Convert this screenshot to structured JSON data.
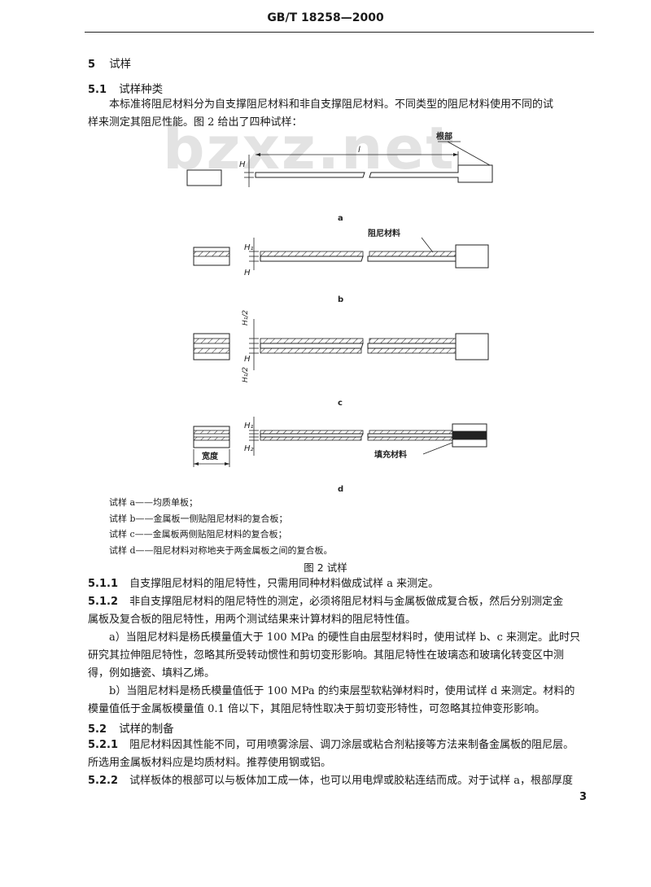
{
  "header": {
    "code": "GB/T 18258—2000"
  },
  "watermark": "bzxz.net",
  "section5": {
    "num": "5",
    "title": "试样"
  },
  "s51": {
    "num": "5.1",
    "title": "试样种类",
    "line1": "本标准将阻尼材料分为自支撑阻尼材料和非自支撑阻尼材料。不同类型的阻尼材料使用不同的试",
    "line2": "样来测定其阻尼性能。图 2 给出了四种试样："
  },
  "figure": {
    "label_root": "根部",
    "label_l": "l",
    "label_H": "H",
    "label_H1": "H₁",
    "label_H2": "H₂",
    "label_H1half": "H₁/2",
    "label_damping": "阻尼材料",
    "label_fill": "填充材料",
    "label_width": "宽度",
    "sub_a": "a",
    "sub_b": "b",
    "sub_c": "c",
    "sub_d": "d",
    "notes": [
      "试样 a——均质单板；",
      "试样 b——金属板一侧贴阻尼材料的复合板；",
      "试样 c——金属板两侧贴阻尼材料的复合板；",
      "试样 d——阻尼材料对称地夹于两金属板之间的复合板。"
    ],
    "caption": "图 2   试样"
  },
  "s511": {
    "num": "5.1.1",
    "text": "自支撑阻尼材料的阻尼特性，只需用同种材料做成试样 a 来测定。"
  },
  "s512": {
    "num": "5.1.2",
    "line1": "非自支撑阻尼材料的阻尼特性的测定，必须将阻尼材料与金属板做成复合板，然后分别测定金",
    "line2": "属板及复合板的阻尼特性，用两个测试结果来计算材料的阻尼特性值。",
    "a1": "a）当阻尼材料是杨氏模量值大于 100 MPa 的硬性自由层型材料时，使用试样 b、c 来测定。此时只",
    "a2": "研究其拉伸阻尼特性，忽略其所受转动惯性和剪切变形影响。其阻尼特性在玻璃态和玻璃化转变区中测",
    "a3": "得，例如搪瓷、填料乙烯。",
    "b1": "b）当阻尼材料是杨氏模量值低于 100 MPa 的约束层型软粘弹材料时，使用试样 d 来测定。材料的",
    "b2": "模量值低于金属板模量值 0.1 倍以下，其阻尼特性取决于剪切变形特性，可忽略其拉伸变形影响。"
  },
  "s52": {
    "num": "5.2",
    "title": "试样的制备"
  },
  "s521": {
    "num": "5.2.1",
    "line1": "阻尼材料因其性能不同，可用喷雾涂层、调刀涂层或粘合剂粘接等方法来制备金属板的阻尼层。",
    "line2": "所选用金属板材料应是均质材料。推荐使用钢或铝。"
  },
  "s522": {
    "num": "5.2.2",
    "line1": "试样板体的根部可以与板体加工成一体，也可以用电焊或胶粘连结而成。对于试样 a，根部厚度"
  },
  "page_number": "3"
}
